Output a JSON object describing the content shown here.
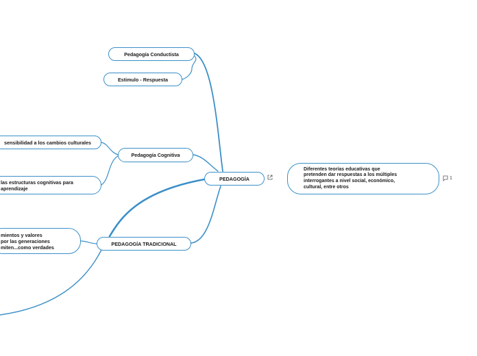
{
  "colors": {
    "link": "#3a8fc7",
    "node_border": "#3a8fc7",
    "text": "#1a1a1a"
  },
  "nodes": {
    "root": "PEDAGOGÍA",
    "conductista": "Pedagogía Conductista",
    "estimulo": "Estimulo - Respuesta",
    "cognitiva": "Pedagogía Cognitiva",
    "sensibilidad": "sensibilidad a los cambios culturales",
    "estructuras": "las estructuras cognitivas para\naprendizaje",
    "tradicional": "PEDAGOGÍA TRADICIONAL",
    "conocimientos": "mientos y valores\n por las generaciones\nmiten...como verdades",
    "note": "Diferentes teorías educativas que\npretenden dar respuestas a los múltiples\ninterrogantes a nivel social, económico,\ncultural, entre otros"
  },
  "icons": {
    "root_link": "external-link-icon",
    "note_comment": "comment-icon"
  },
  "comment_count": "1"
}
